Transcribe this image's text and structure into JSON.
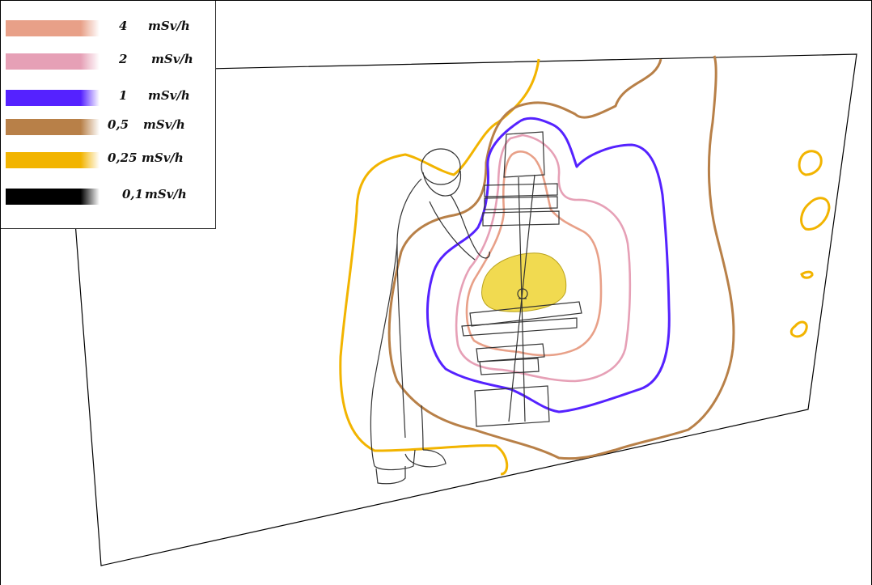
{
  "legend": {
    "items": [
      {
        "value": "4",
        "unit": "mSv/h",
        "color": "#e8a088"
      },
      {
        "value": "2",
        "unit": "mSv/h",
        "color": "#e6a0b6"
      },
      {
        "value": "1",
        "unit": "mSv/h",
        "color": "#5522ff"
      },
      {
        "value": "0,5",
        "unit": "mSv/h",
        "color": "#b88048"
      },
      {
        "value": "0,25",
        "unit": "mSv/h",
        "color": "#f2b400"
      },
      {
        "value": "0,1",
        "unit": "mSv/h",
        "color": "#000000"
      }
    ]
  },
  "colors": {
    "source_region": "#f1da50",
    "plane_outline": "#000000",
    "figure_outline": "#333333"
  },
  "icons": [
    "operator-figure",
    "x-ray-equipment",
    "radiation-source"
  ]
}
